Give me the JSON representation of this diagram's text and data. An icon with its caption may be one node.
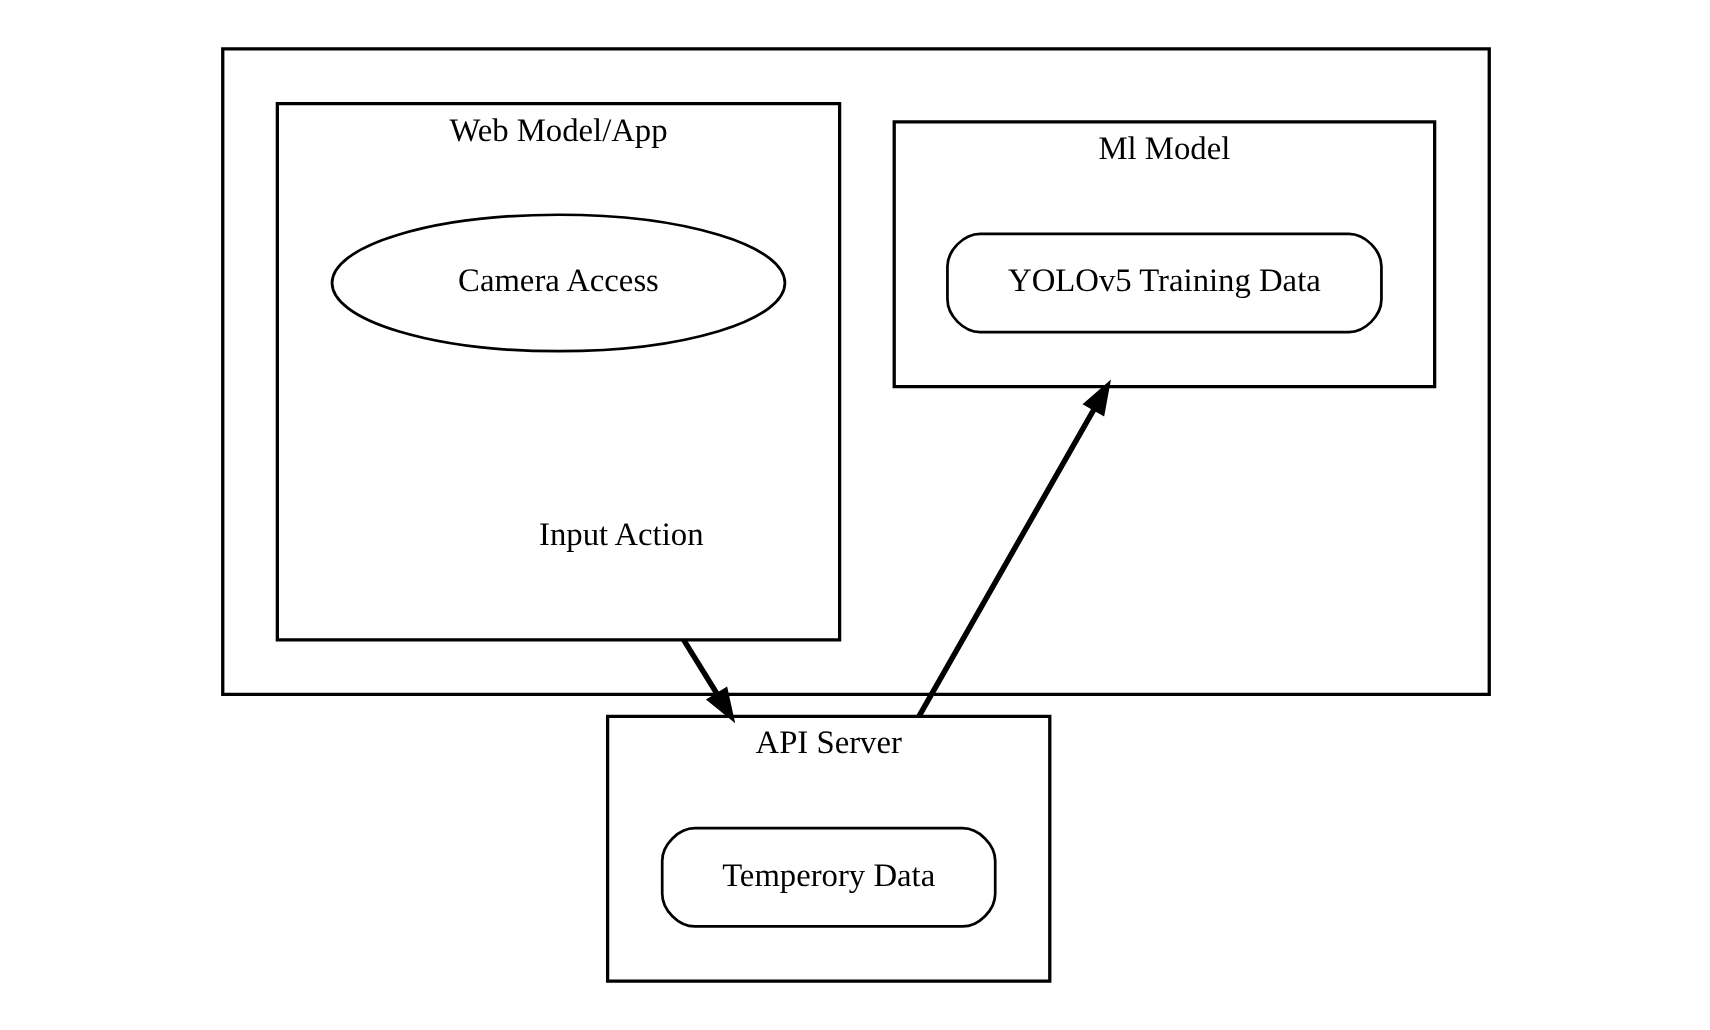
{
  "diagram": {
    "nodes": [
      {
        "text": [],
        "shape": "box"
      },
      {
        "text": [
          "Web Model/App",
          "Input Action"
        ],
        "in": 0
      },
      {
        "text": [
          "Camera Access"
        ],
        "in": 1
      },
      {
        "text": [
          "Ml Model"
        ],
        "in": 0
      },
      {
        "text": [
          "YOLOv5 Training Data"
        ],
        "in": 3
      },
      {
        "text": [
          "API Server"
        ]
      },
      {
        "text": [
          "Temperory Data"
        ],
        "in": 5
      }
    ],
    "edges": [
      {
        "from": 1,
        "to": 5,
        "arrow": "to"
      },
      {
        "from": 5,
        "to": 3,
        "arrow": "to"
      }
    ]
  }
}
